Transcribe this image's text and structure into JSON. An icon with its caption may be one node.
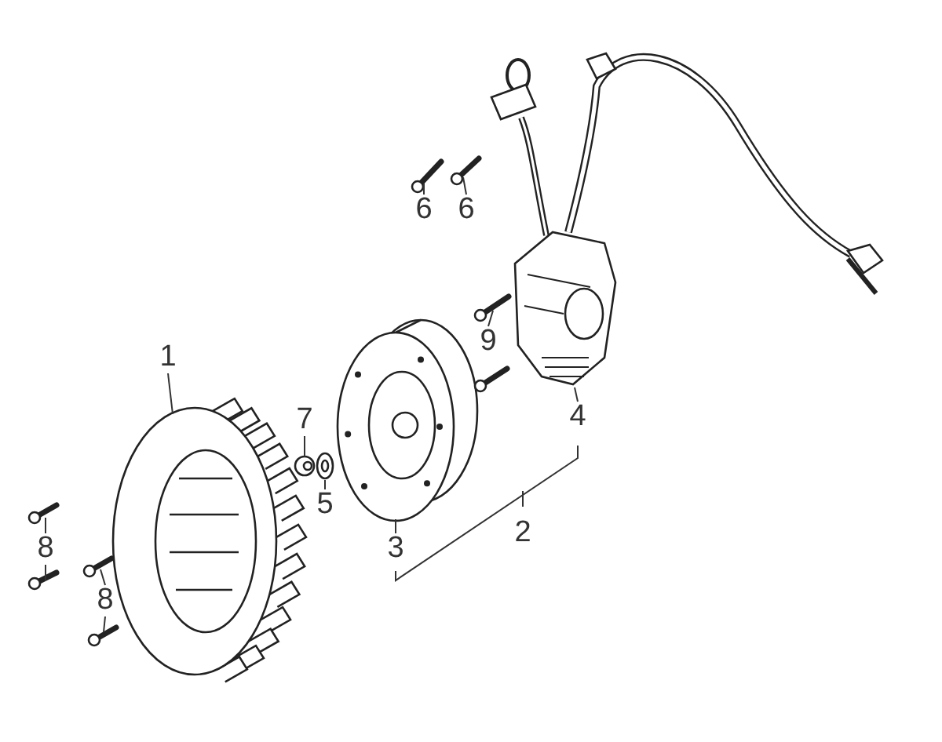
{
  "diagram": {
    "nodes": [
      {
        "text": [
          "1"
        ]
      },
      {
        "text": [],
        "shape": "picture"
      },
      {
        "text": [
          "7"
        ]
      },
      {
        "text": [],
        "shape": "picture"
      },
      {
        "text": [
          "5"
        ]
      },
      {
        "text": [],
        "shape": "picture"
      },
      {
        "text": [
          "3"
        ]
      },
      {
        "text": [],
        "shape": "picture"
      },
      {
        "text": [
          "4"
        ]
      },
      {
        "text": [],
        "shape": "picture"
      },
      {
        "text": [
          "9"
        ]
      },
      {
        "text": [],
        "shape": "picture"
      },
      {
        "text": [
          "6"
        ]
      },
      {
        "text": [],
        "shape": "picture"
      },
      {
        "text": [
          "6"
        ]
      },
      {
        "text": [],
        "shape": "picture"
      },
      {
        "text": [
          "8"
        ]
      },
      {
        "text": [],
        "shape": "picture"
      },
      {
        "text": [],
        "shape": "picture"
      },
      {
        "text": [
          "8"
        ]
      },
      {
        "text": [],
        "shape": "picture"
      },
      {
        "text": [],
        "shape": "picture"
      }
    ],
    "edges": [
      {
        "from": 0,
        "to": 1,
        "arrow": "none"
      },
      {
        "from": 2,
        "to": 3,
        "arrow": "none"
      },
      {
        "from": 4,
        "to": 5,
        "arrow": "none"
      },
      {
        "from": 6,
        "to": 7,
        "arrow": "none"
      },
      {
        "from": 8,
        "to": 9,
        "arrow": "none"
      },
      {
        "from": 10,
        "to": 11,
        "arrow": "none"
      },
      {
        "from": 12,
        "to": 13,
        "arrow": "none"
      },
      {
        "from": 14,
        "to": 15,
        "arrow": "none"
      },
      {
        "from": 16,
        "to": 17,
        "arrow": "none"
      },
      {
        "from": 16,
        "to": 18,
        "arrow": "none"
      },
      {
        "from": 19,
        "to": 20,
        "arrow": "none"
      },
      {
        "from": 19,
        "to": 21,
        "arrow": "none"
      }
    ],
    "labels": [
      "2"
    ]
  }
}
